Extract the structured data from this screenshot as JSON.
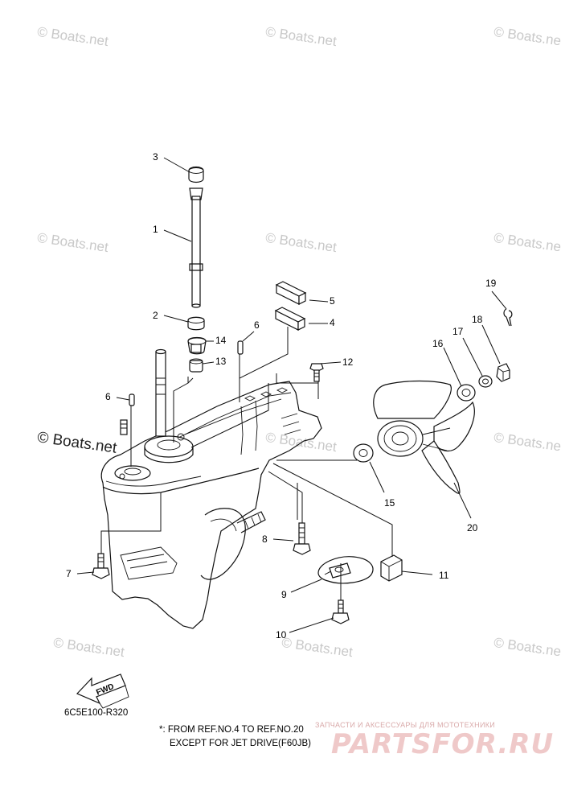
{
  "watermarks": [
    "© Boats.net",
    "© Boats.net",
    "© Boats.net",
    "© Boats.net",
    "© Boats.net",
    "© Boats.net",
    "© Boats.net",
    "© Boats.net",
    "© Boats.net",
    "© Boats.net",
    "© Boats.net",
    "© Boats.net"
  ],
  "callouts": {
    "c1": "1",
    "c2": "2",
    "c3": "3",
    "c4": "4",
    "c5": "5",
    "c6a": "6",
    "c6b": "6",
    "c7": "7",
    "c8": "8",
    "c9": "9",
    "c10": "10",
    "c11": "11",
    "c12": "12",
    "c13": "13",
    "c14": "14",
    "c15": "15",
    "c16": "16",
    "c17": "17",
    "c18": "18",
    "c19": "19",
    "c20": "20"
  },
  "fwd_label": "FWD",
  "diagram_code": "6C5E100-R320",
  "footnote": {
    "line1": "*: FROM REF.NO.4 TO REF.NO.20",
    "line2": "EXCEPT FOR JET DRIVE(F60JB)"
  },
  "brand": {
    "tagline": "ЗАПЧАСТИ И АКСЕССУАРЫ ДЛЯ МОТОТЕХНИКИ",
    "name": "PARTSFOR.RU"
  }
}
